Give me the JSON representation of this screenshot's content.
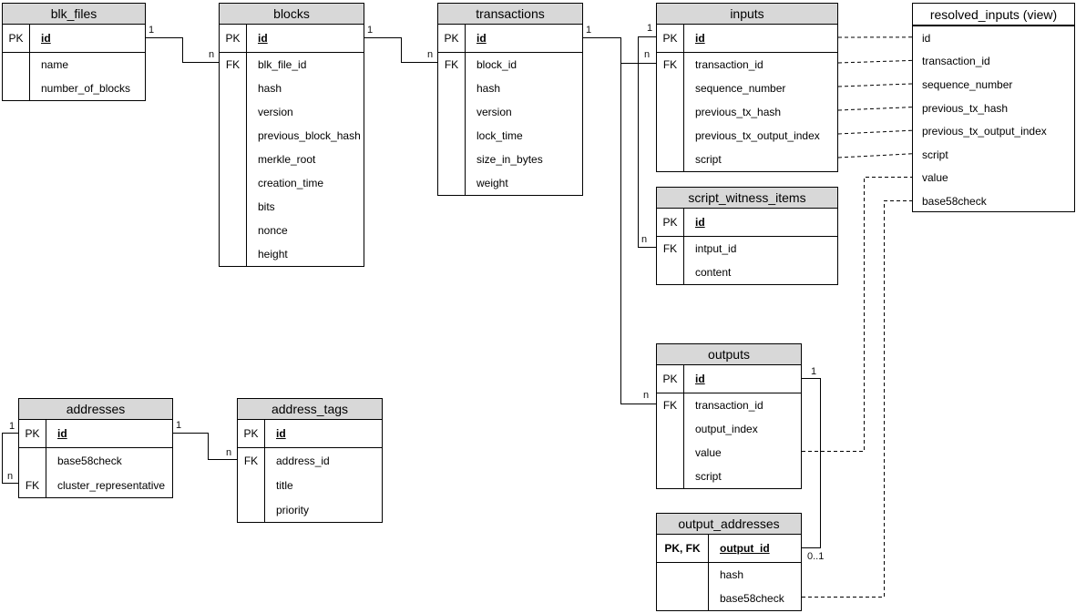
{
  "tables": {
    "blk_files": {
      "title": "blk_files",
      "rows": [
        {
          "key": "PK",
          "field": "id",
          "pk": true
        },
        {
          "key": "",
          "field": "name"
        },
        {
          "key": "",
          "field": "number_of_blocks"
        }
      ]
    },
    "blocks": {
      "title": "blocks",
      "rows": [
        {
          "key": "PK",
          "field": "id",
          "pk": true
        },
        {
          "key": "FK",
          "field": "blk_file_id"
        },
        {
          "key": "",
          "field": "hash"
        },
        {
          "key": "",
          "field": "version"
        },
        {
          "key": "",
          "field": "previous_block_hash"
        },
        {
          "key": "",
          "field": "merkle_root"
        },
        {
          "key": "",
          "field": "creation_time"
        },
        {
          "key": "",
          "field": "bits"
        },
        {
          "key": "",
          "field": "nonce"
        },
        {
          "key": "",
          "field": "height"
        }
      ]
    },
    "transactions": {
      "title": "transactions",
      "rows": [
        {
          "key": "PK",
          "field": "id",
          "pk": true
        },
        {
          "key": "FK",
          "field": "block_id"
        },
        {
          "key": "",
          "field": "hash"
        },
        {
          "key": "",
          "field": "version"
        },
        {
          "key": "",
          "field": "lock_time"
        },
        {
          "key": "",
          "field": "size_in_bytes"
        },
        {
          "key": "",
          "field": "weight"
        }
      ]
    },
    "inputs": {
      "title": "inputs",
      "rows": [
        {
          "key": "PK",
          "field": "id",
          "pk": true
        },
        {
          "key": "FK",
          "field": "transaction_id"
        },
        {
          "key": "",
          "field": "sequence_number"
        },
        {
          "key": "",
          "field": "previous_tx_hash"
        },
        {
          "key": "",
          "field": "previous_tx_output_index"
        },
        {
          "key": "",
          "field": "script"
        }
      ]
    },
    "resolved_inputs": {
      "title": "resolved_inputs (view)",
      "fields": [
        "id",
        "transaction_id",
        "sequence_number",
        "previous_tx_hash",
        "previous_tx_output_index",
        "script",
        "value",
        "base58check"
      ]
    },
    "script_witness_items": {
      "title": "script_witness_items",
      "rows": [
        {
          "key": "PK",
          "field": "id",
          "pk": true
        },
        {
          "key": "FK",
          "field": "intput_id"
        },
        {
          "key": "",
          "field": "content"
        }
      ]
    },
    "outputs": {
      "title": "outputs",
      "rows": [
        {
          "key": "PK",
          "field": "id",
          "pk": true
        },
        {
          "key": "FK",
          "field": "transaction_id"
        },
        {
          "key": "",
          "field": "output_index"
        },
        {
          "key": "",
          "field": "value"
        },
        {
          "key": "",
          "field": "script"
        }
      ]
    },
    "output_addresses": {
      "title": "output_addresses",
      "rows": [
        {
          "key": "PK, FK",
          "field": "output_id",
          "pk": true
        },
        {
          "key": "",
          "field": "hash"
        },
        {
          "key": "",
          "field": "base58check"
        }
      ]
    },
    "addresses": {
      "title": "addresses",
      "rows": [
        {
          "key": "PK",
          "field": "id",
          "pk": true
        },
        {
          "key": "",
          "field": "base58check"
        },
        {
          "key": "FK",
          "field": "cluster_representative"
        }
      ]
    },
    "address_tags": {
      "title": "address_tags",
      "rows": [
        {
          "key": "PK",
          "field": "id",
          "pk": true
        },
        {
          "key": "FK",
          "field": "address_id"
        },
        {
          "key": "",
          "field": "title"
        },
        {
          "key": "",
          "field": "priority"
        }
      ]
    }
  },
  "connectors": {
    "blk_files_blocks": {
      "from_label": "1",
      "to_label": "n"
    },
    "blocks_transactions": {
      "from_label": "1",
      "to_label": "n"
    },
    "transactions_inputs": {
      "from_label": "1",
      "to_label": "n"
    },
    "transactions_outputs": {
      "to_label": "n"
    },
    "inputs_script_witness_items": {
      "from_label": "1",
      "to_label": "n"
    },
    "outputs_output_addresses": {
      "from_label": "1",
      "to_label": "0..1"
    },
    "addresses_self": {
      "from_label": "1",
      "to_label": "n"
    },
    "addresses_address_tags": {
      "from_label": "1",
      "to_label": "n"
    }
  }
}
